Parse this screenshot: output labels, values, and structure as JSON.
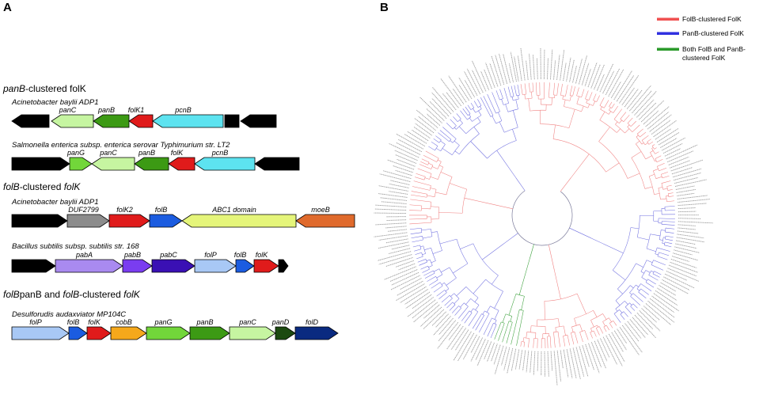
{
  "panel_a": {
    "letter": "A",
    "sections": [
      {
        "title_italic": "panB",
        "title_rest": "-clustered folK"
      },
      {
        "title_italic": "folB",
        "title_rest": "-clustered ",
        "title_tail_italic": "folK"
      },
      {
        "title_plain": "panB and ",
        "title_italic": "folB",
        "title_rest": "-clustered ",
        "title_tail_italic": "folK"
      }
    ],
    "operons": [
      {
        "organism": "Acinetobacter baylii ADP1",
        "genes": [
          {
            "label": "",
            "color": "#000000",
            "dir": "left"
          },
          {
            "label": "panC",
            "color": "#c6f5a1",
            "dir": "left"
          },
          {
            "label": "panB",
            "color": "#3c9a14",
            "dir": "left"
          },
          {
            "label": "folK1",
            "color": "#e01b1b",
            "dir": "left"
          },
          {
            "label": "pcnB",
            "color": "#5de3f0",
            "dir": "left"
          },
          {
            "label": "",
            "color": "#000000",
            "dir": "box"
          },
          {
            "label": "",
            "color": "#000000",
            "dir": "left"
          }
        ]
      },
      {
        "organism": "Salmonella enterica subsp. enterica serovar Typhimurium str. LT2",
        "genes": [
          {
            "label": "",
            "color": "#000000",
            "dir": "right"
          },
          {
            "label": "panG",
            "color": "#72d63a",
            "dir": "right"
          },
          {
            "label": "panC",
            "color": "#c6f5a1",
            "dir": "left"
          },
          {
            "label": "panB",
            "color": "#3c9a14",
            "dir": "left"
          },
          {
            "label": "folK",
            "color": "#e01b1b",
            "dir": "left"
          },
          {
            "label": "pcnB",
            "color": "#5de3f0",
            "dir": "left"
          },
          {
            "label": "",
            "color": "#000000",
            "dir": "left"
          }
        ]
      },
      {
        "organism": "Acinetobacter baylii ADP1",
        "genes": [
          {
            "label": "",
            "color": "#000000",
            "dir": "right"
          },
          {
            "label": "DUF2799",
            "color": "#8c8c8c",
            "dir": "right"
          },
          {
            "label": "folK2",
            "color": "#e01b1b",
            "dir": "right"
          },
          {
            "label": "folB",
            "color": "#1b5ce0",
            "dir": "right"
          },
          {
            "label": "ABC1 domain",
            "color": "#e5f57a",
            "dir": "left"
          },
          {
            "label": "moeB",
            "color": "#e06a2c",
            "dir": "left"
          }
        ]
      },
      {
        "organism": "Bacillus subtilis subsp. subtilis str. 168",
        "genes": [
          {
            "label": "",
            "color": "#000000",
            "dir": "right"
          },
          {
            "label": "pabA",
            "color": "#a98af0",
            "dir": "right"
          },
          {
            "label": "pabB",
            "color": "#7a3df0",
            "dir": "right"
          },
          {
            "label": "pabC",
            "color": "#3a10b4",
            "dir": "right"
          },
          {
            "label": "folP",
            "color": "#a8c8f5",
            "dir": "right"
          },
          {
            "label": "folB",
            "color": "#1b5ce0",
            "dir": "right"
          },
          {
            "label": "folK",
            "color": "#e01b1b",
            "dir": "right"
          },
          {
            "label": "",
            "color": "#000000",
            "dir": "right"
          }
        ]
      },
      {
        "organism": "Desulforudis audaxviator MP104C",
        "genes": [
          {
            "label": "folP",
            "color": "#a8c8f5",
            "dir": "right"
          },
          {
            "label": "folB",
            "color": "#1b5ce0",
            "dir": "right"
          },
          {
            "label": "folK",
            "color": "#e01b1b",
            "dir": "right"
          },
          {
            "label": "cobB",
            "color": "#f5a81b",
            "dir": "right"
          },
          {
            "label": "panG",
            "color": "#72d63a",
            "dir": "right"
          },
          {
            "label": "panB",
            "color": "#3c9a14",
            "dir": "right"
          },
          {
            "label": "panC",
            "color": "#c6f5a1",
            "dir": "right"
          },
          {
            "label": "panD",
            "color": "#1c4a10",
            "dir": "right"
          },
          {
            "label": "folD",
            "color": "#0a2a80",
            "dir": "right"
          }
        ]
      }
    ]
  },
  "panel_b": {
    "letter": "B",
    "legend": [
      {
        "label": "FolB-clustered FolK",
        "color": "#f05050"
      },
      {
        "label": "PanB-clustered FolK",
        "color": "#3030e0"
      },
      {
        "label": "Both FolB and PanB-",
        "label2": "clustered FolK",
        "color": "#2a9a2a"
      }
    ],
    "branch_colors": {
      "folb": "#f08080",
      "panb": "#7070e0",
      "both": "#3aa03a",
      "root": "#7a7a9a"
    }
  }
}
